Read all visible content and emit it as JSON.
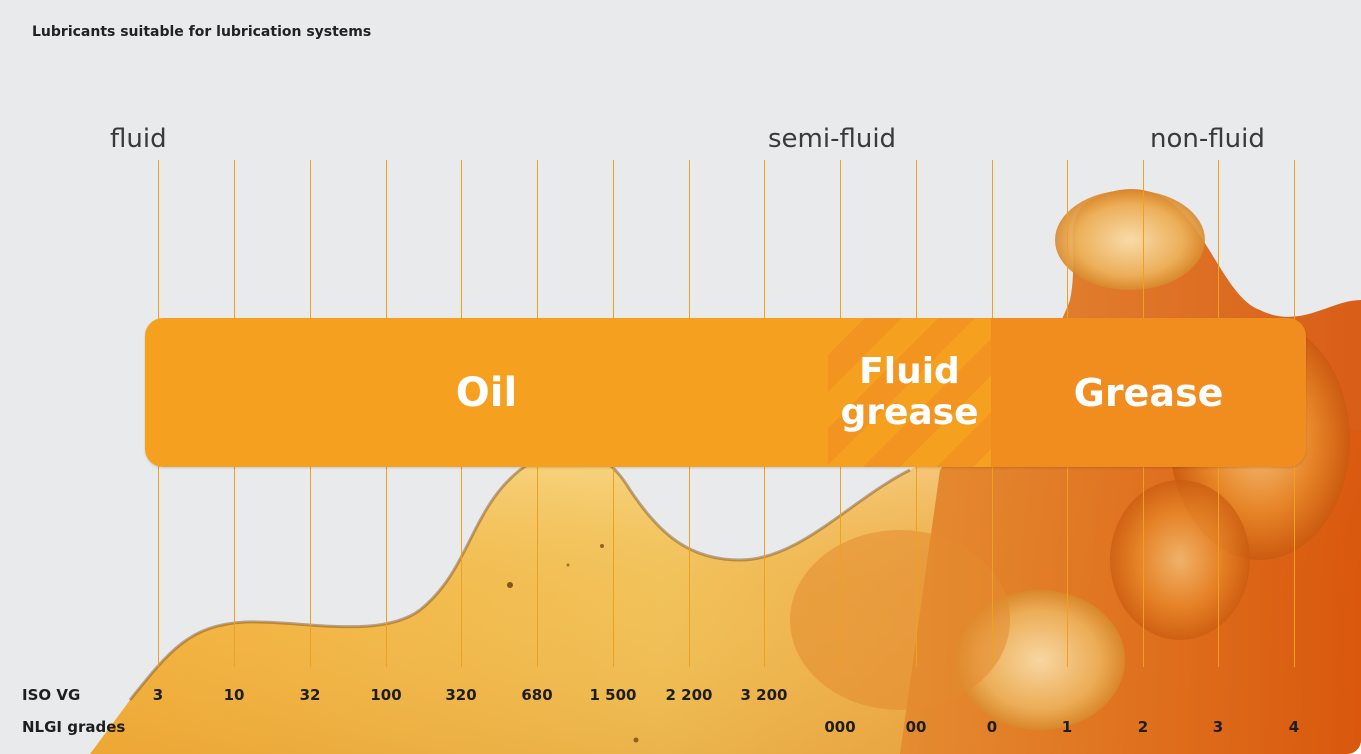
{
  "title": "Lubricants suitable for lubrication systems",
  "categories": {
    "fluid": "fluid",
    "semi_fluid": "semi-fluid",
    "non_fluid": "non-fluid"
  },
  "segments": {
    "oil": "Oil",
    "fluid_grease_line1": "Fluid",
    "fluid_grease_line2": "grease",
    "grease": "Grease"
  },
  "iso_vg": {
    "label": "ISO VG",
    "values": [
      "3",
      "10",
      "32",
      "100",
      "320",
      "680",
      "1 500",
      "2 200",
      "3 200"
    ]
  },
  "nlgi": {
    "label": "NLGI grades",
    "values": [
      "000",
      "00",
      "0",
      "1",
      "2",
      "3",
      "4"
    ]
  },
  "colors": {
    "oil": "#f6a01f",
    "fluid_grease": "#f5a01f",
    "grease": "#f18c1e",
    "gridline": "#f0a020"
  }
}
